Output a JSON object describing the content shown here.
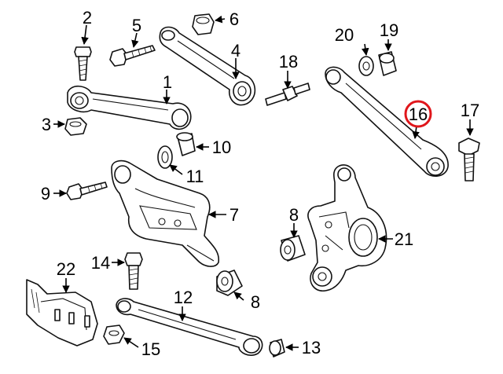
{
  "colors": {
    "ink": "#111111",
    "highlight": "#e0161b",
    "background": "#ffffff"
  },
  "callouts": [
    {
      "id": "c1",
      "label": "1"
    },
    {
      "id": "c2",
      "label": "2"
    },
    {
      "id": "c3",
      "label": "3"
    },
    {
      "id": "c4",
      "label": "4"
    },
    {
      "id": "c5",
      "label": "5"
    },
    {
      "id": "c6",
      "label": "6"
    },
    {
      "id": "c7",
      "label": "7"
    },
    {
      "id": "c8a",
      "label": "8"
    },
    {
      "id": "c8b",
      "label": "8"
    },
    {
      "id": "c9",
      "label": "9"
    },
    {
      "id": "c10",
      "label": "10"
    },
    {
      "id": "c11",
      "label": "11"
    },
    {
      "id": "c12",
      "label": "12"
    },
    {
      "id": "c13",
      "label": "13"
    },
    {
      "id": "c14",
      "label": "14"
    },
    {
      "id": "c15",
      "label": "15"
    },
    {
      "id": "c16",
      "label": "16",
      "highlighted": true
    },
    {
      "id": "c17",
      "label": "17"
    },
    {
      "id": "c18",
      "label": "18"
    },
    {
      "id": "c19",
      "label": "19"
    },
    {
      "id": "c20",
      "label": "20"
    },
    {
      "id": "c21",
      "label": "21"
    },
    {
      "id": "c22",
      "label": "22"
    }
  ]
}
